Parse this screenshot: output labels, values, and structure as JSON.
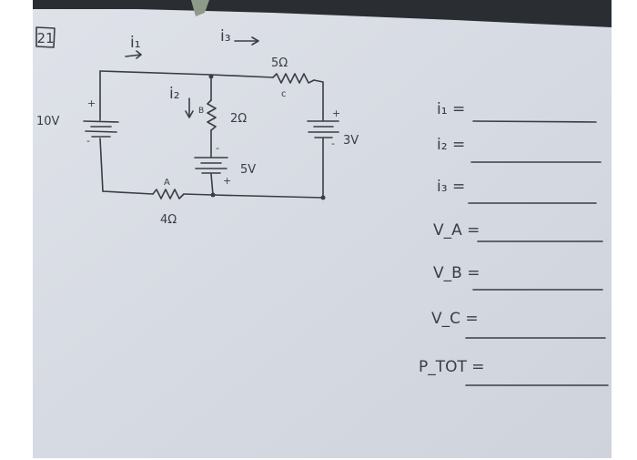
{
  "problem": {
    "number": "21"
  },
  "circuit": {
    "source_left": "10V",
    "source_middle": "5V",
    "source_right": "3V",
    "resistor_top": "5Ω",
    "resistor_middle": "2Ω",
    "resistor_bottom": "4Ω",
    "current_1": "i₁",
    "current_2": "i₂",
    "current_3": "i₃",
    "node_a": "A",
    "node_b": "B",
    "node_c": "c",
    "plus": "+",
    "minus": "-"
  },
  "answers": [
    {
      "label": "i₁ ="
    },
    {
      "label": "i₂ ="
    },
    {
      "label": "i₃ ="
    },
    {
      "label": "V_A ="
    },
    {
      "label": "V_B ="
    },
    {
      "label": "V_C ="
    },
    {
      "label": "P_TOT ="
    }
  ],
  "colors": {
    "paper": "#d9dde5",
    "ink": "#3a3d44",
    "background": "#ffffff",
    "top_edge": "#23272c"
  }
}
